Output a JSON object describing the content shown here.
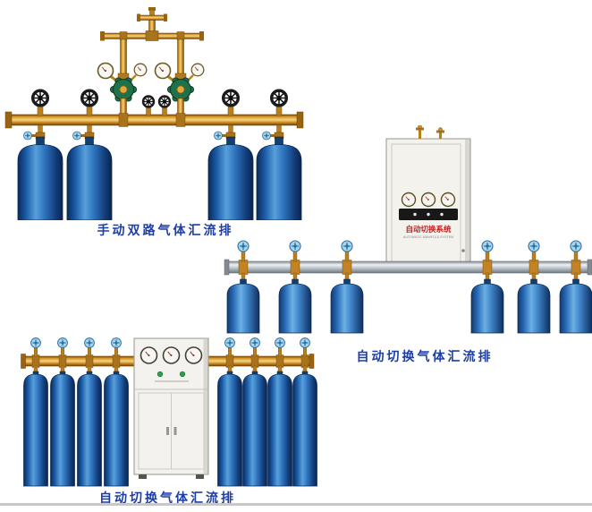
{
  "palette": {
    "background": "#ffffff",
    "caption_blue": "#1d3ea5",
    "brass_pipe": "#d89a2e",
    "aluminum_pipe": "#c2c9d0",
    "cylinder_blue": "#2e73bd",
    "valve_handle_blue": "#a6d6ee",
    "regulator_green": "#20704a",
    "cabinet_body": "#f3f2ed",
    "cabinet_label_red": "#c32222",
    "divider_gray": "#c8c8c8"
  },
  "products": [
    {
      "id": "manual-dual-manifold",
      "caption": "手动双路气体汇流排",
      "cylinder_count": 4,
      "regulator_count": 2,
      "gauge_count": 4
    },
    {
      "id": "auto-switch-wall-manifold",
      "caption": "自动切换气体汇流排",
      "cylinder_count": 6,
      "gauge_count": 3,
      "cabinet_label": "自动切换系统",
      "cabinet_sublabel": "AUTOMATIC MANIFOLD SYSTEM"
    },
    {
      "id": "auto-switch-floor-manifold",
      "caption": "自动切换气体汇流排",
      "cylinder_count": 8,
      "gauge_count": 3
    }
  ]
}
